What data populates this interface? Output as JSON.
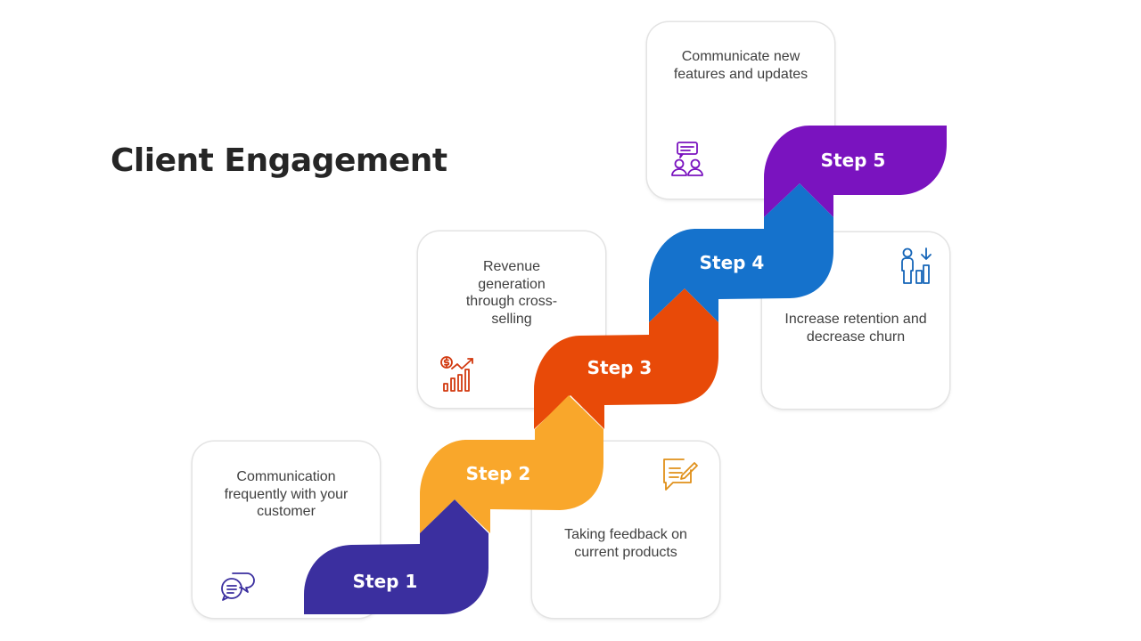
{
  "title": "Client Engagement",
  "colors": {
    "step1": "#3b2f9f",
    "step2": "#f9a72b",
    "step3": "#e84a08",
    "step4": "#1572cc",
    "step5": "#7a13bf"
  },
  "steps": [
    {
      "label": "Step 1",
      "text": "Communication frequently with your customer",
      "icon": "chat-bubbles-icon"
    },
    {
      "label": "Step 2",
      "text": "Taking feedback on current products",
      "icon": "feedback-note-icon"
    },
    {
      "label": "Step 3",
      "text": "Revenue generation through cross-selling",
      "icon": "revenue-growth-icon"
    },
    {
      "label": "Step 4",
      "text": "Increase retention and decrease churn",
      "icon": "retention-icon"
    },
    {
      "label": "Step 5",
      "text": "Communicate new features and updates",
      "icon": "team-communication-icon"
    }
  ]
}
